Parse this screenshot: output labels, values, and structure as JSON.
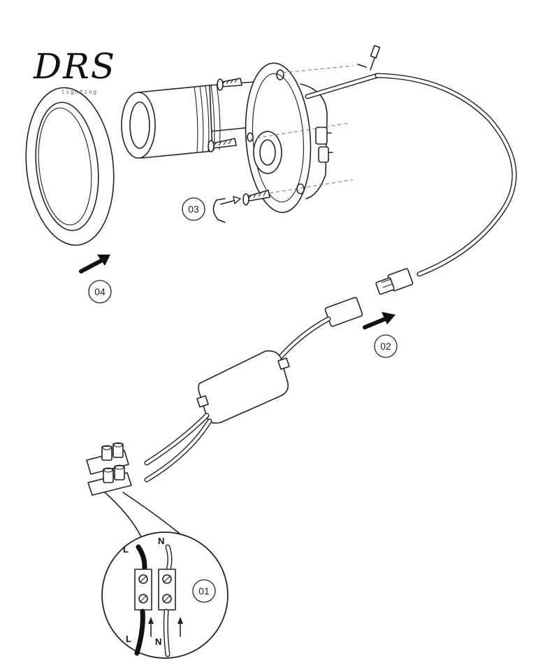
{
  "logo": {
    "brand": "DRS",
    "tagline": "lighting"
  },
  "steps": {
    "s01": "01",
    "s02": "02",
    "s03": "03",
    "s04": "04"
  },
  "wiring_detail": {
    "live_top": "L",
    "neutral_top": "N",
    "live_bottom": "L",
    "neutral_bottom": "N"
  },
  "colors": {
    "line": "#222222",
    "guide_dash": "#c65a5a",
    "background": "#ffffff"
  }
}
